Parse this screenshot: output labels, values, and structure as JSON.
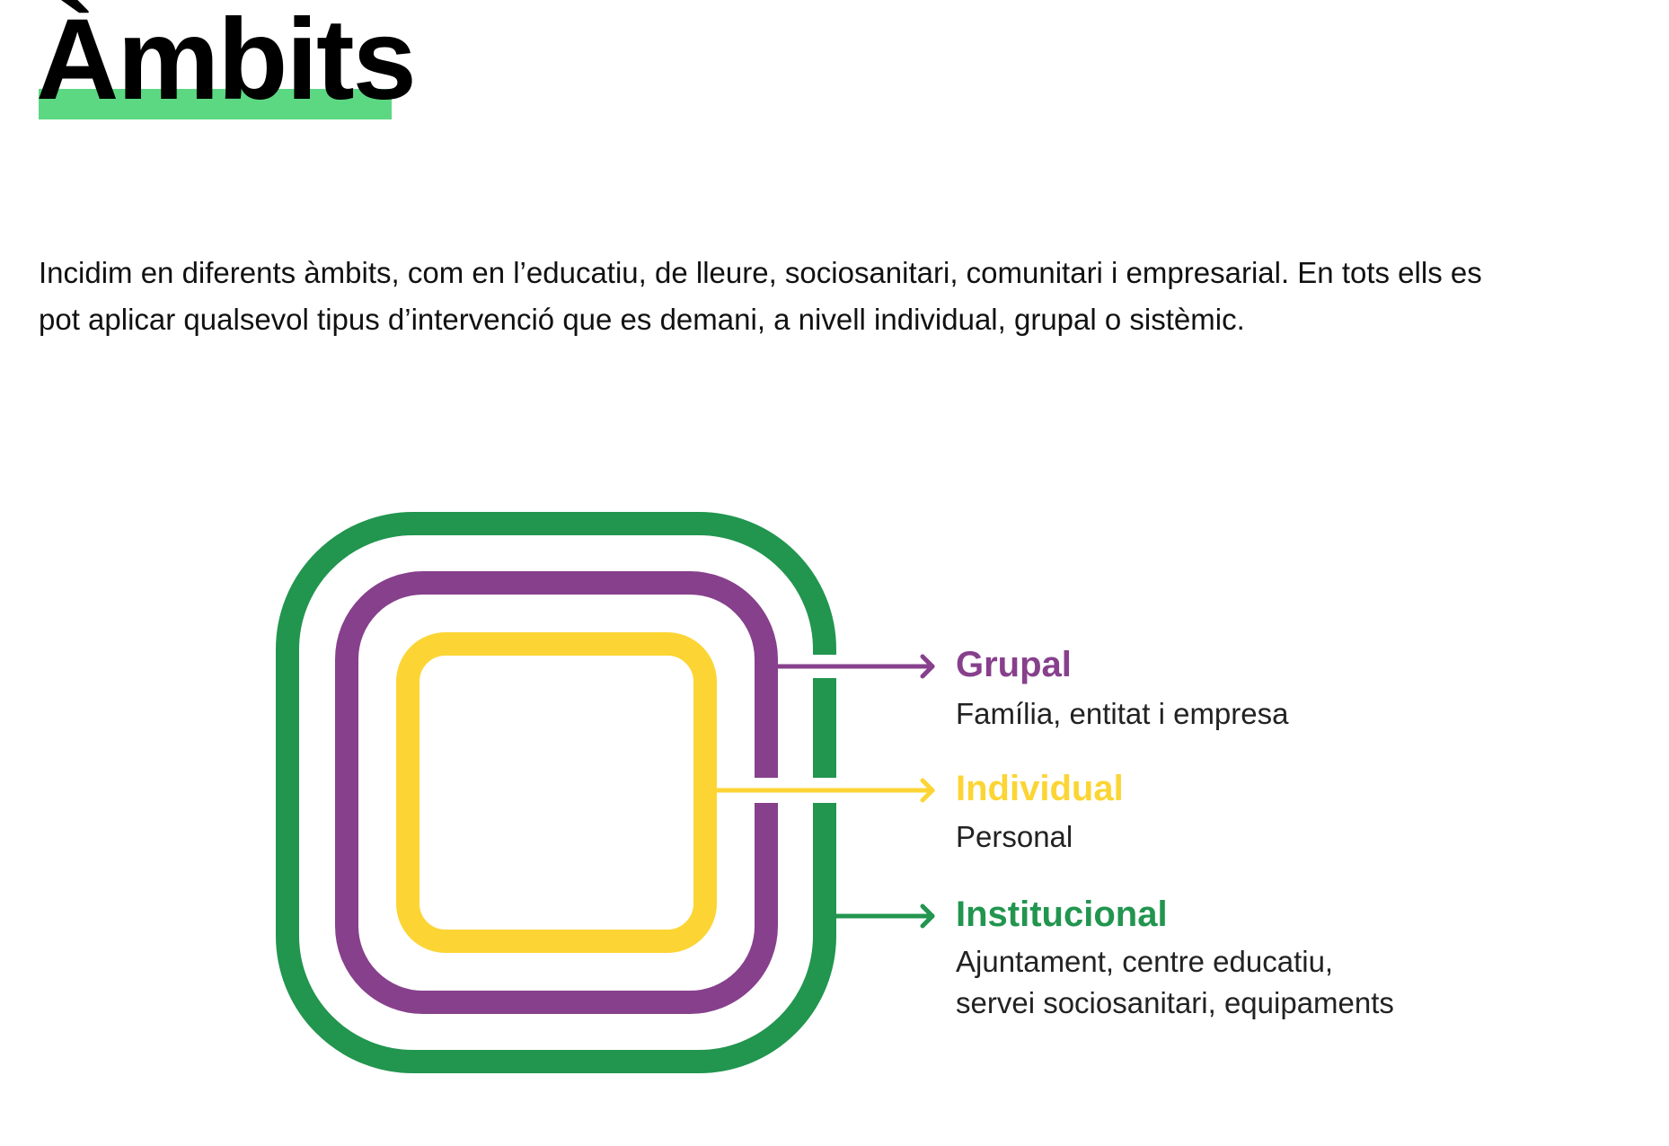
{
  "header": {
    "title": "Àmbits"
  },
  "intro": {
    "line1": "Incidim en diferents àmbits, com en l’educatiu, de lleure, sociosanitari, comunitari i empresarial. En tots ells es",
    "line2": "pot aplicar qualsevol tipus d’intervenció que es demani, a nivell individual, grupal o sistèmic."
  },
  "diagram": {
    "levels": [
      {
        "title": "Grupal",
        "description": "Família, entitat i empresa",
        "color": "#87408c"
      },
      {
        "title": "Individual",
        "description": "Personal",
        "color": "#fcd535"
      },
      {
        "title": "Institucional",
        "description_line1": "Ajuntament, centre educatiu,",
        "description_line2": "servei sociosanitari, equipaments",
        "color": "#22954f"
      }
    ]
  },
  "colors": {
    "accent_bar": "#5cd882"
  }
}
